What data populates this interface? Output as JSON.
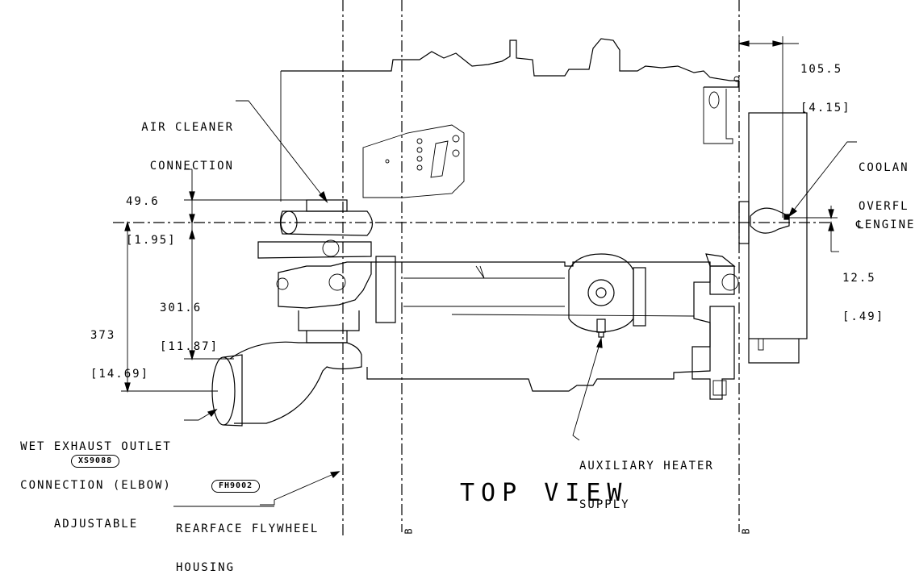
{
  "labels": {
    "air_cleaner": [
      "AIR CLEANER",
      "CONNECTION"
    ],
    "coolant": [
      "COOLAN",
      "OVERFL"
    ],
    "engine": "ENGINE",
    "wet_exhaust": [
      "WET EXHAUST OUTLET",
      "CONNECTION (ELBOW)",
      "ADJUSTABLE"
    ],
    "aux_heater": [
      "AUXILIARY HEATER",
      "SUPPLY"
    ],
    "rearface": [
      "REARFACE FLYWHEEL",
      "HOUSING"
    ],
    "top_view": "TOP VIEW"
  },
  "dimensions": {
    "d_105_5": {
      "mm": "105.5",
      "in": "[4.15]"
    },
    "d_49_6": {
      "mm": "49.6",
      "in": "[1.95]"
    },
    "d_301_6": {
      "mm": "301.6",
      "in": "[11.87]"
    },
    "d_373": {
      "mm": "373",
      "in": "[14.69]"
    },
    "d_12_5": {
      "mm": "12.5",
      "in": "[.49]"
    }
  },
  "refs": {
    "xs9088": "XS9088",
    "fh9002": "FH9002"
  },
  "datum_marks": [
    "B",
    "B"
  ],
  "centerline_symbol": "℄"
}
